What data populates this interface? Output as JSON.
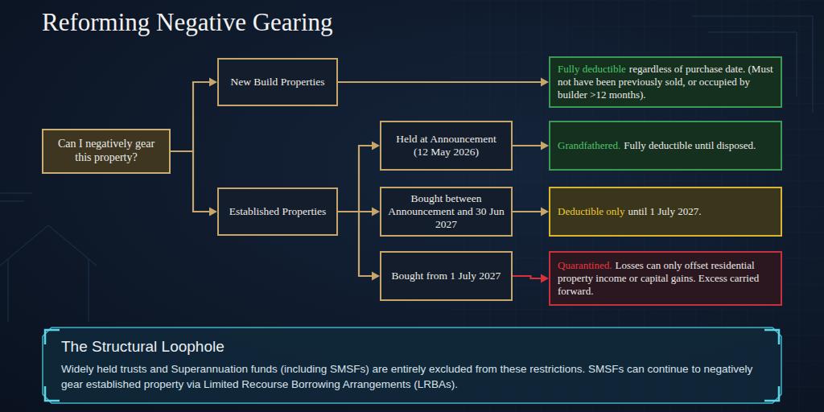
{
  "diagram": {
    "title": "Reforming Negative Gearing",
    "nodes": [
      {
        "text": [
          "Can I negatively gear this property?"
        ]
      },
      {
        "text": [
          "New Build Properties"
        ]
      },
      {
        "text": [
          "Established Properties"
        ]
      },
      {
        "text": [
          "Held at Announcement (12 May 2026)"
        ]
      },
      {
        "text": [
          "Bought between Announcement and 30 Jun 2027"
        ]
      },
      {
        "text": [
          "Bought from 1 July 2027"
        ]
      },
      {
        "text": [
          "Fully deductible",
          "regardless of purchase date. (Must not have been previously sold, or occupied by builder >12 months)."
        ]
      },
      {
        "text": [
          "Grandfathered.",
          "Fully deductible until disposed."
        ]
      },
      {
        "text": [
          "Deductible only",
          "until 1 July 2027."
        ]
      },
      {
        "text": [
          "Quarantined.",
          "Losses can only offset residential property income or capital gains. Excess carried forward."
        ]
      },
      {
        "text": [
          "The Structural Loophole",
          "Widely held trusts and Superannuation funds (including SMSFs) are entirely excluded from these restrictions. SMSFs can continue to negatively gear established property via Limited Recourse Borrowing Arrangements (LRBAs)."
        ]
      }
    ],
    "edges": [
      {
        "from": 0,
        "to": 1,
        "arrow": "to"
      },
      {
        "from": 0,
        "to": 2,
        "arrow": "to"
      },
      {
        "from": 1,
        "to": 6,
        "arrow": "to"
      },
      {
        "from": 2,
        "to": 3,
        "arrow": "to"
      },
      {
        "from": 2,
        "to": 4,
        "arrow": "to"
      },
      {
        "from": 2,
        "to": 5,
        "arrow": "to"
      },
      {
        "from": 3,
        "to": 7,
        "arrow": "to"
      },
      {
        "from": 4,
        "to": 8,
        "arrow": "to"
      },
      {
        "from": 5,
        "to": 9,
        "arrow": "to"
      }
    ]
  }
}
